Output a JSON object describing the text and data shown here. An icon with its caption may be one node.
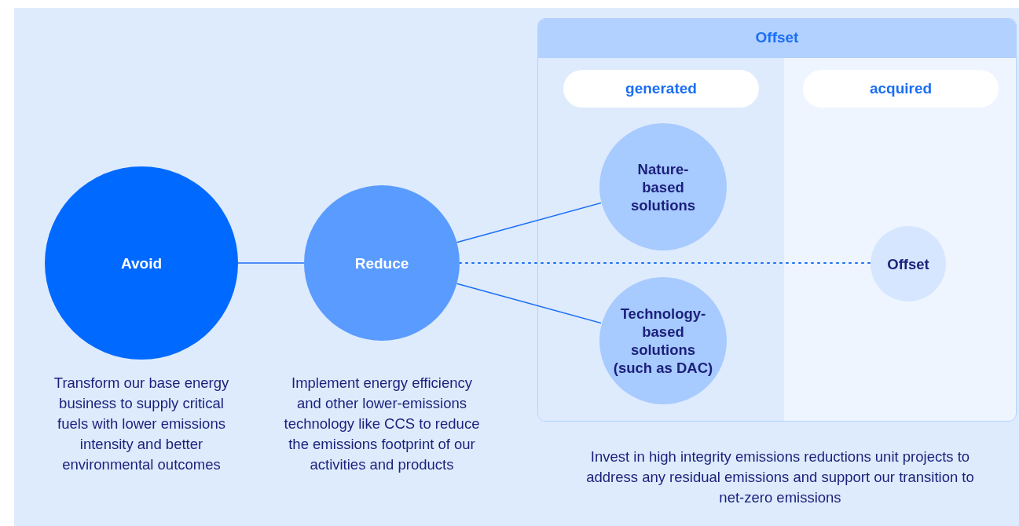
{
  "diagram": {
    "nodes": [
      {
        "text": [
          "Offset"
        ],
        "beside": [
          "Invest in high integrity emissions reductions unit projects to address any residual emissions and support our transition to net-zero emissions"
        ]
      },
      {
        "text": [
          "generated"
        ],
        "in": 0
      },
      {
        "text": [
          "acquired"
        ],
        "in": 0
      },
      {
        "text": [
          "Avoid"
        ],
        "beside": [
          "Transform our base energy business to supply critical fuels with lower emissions intensity and better environmental outcomes"
        ]
      },
      {
        "text": [
          "Reduce"
        ],
        "beside": [
          "Implement energy efficiency and other lower-emissions technology like CCS to reduce the emissions footprint of our activities and products"
        ]
      },
      {
        "text": [
          "Nature-based solutions"
        ],
        "in": 0
      },
      {
        "text": [
          "Technology-based solutions (such as DAC)"
        ],
        "in": 0
      },
      {
        "text": [
          "Offset"
        ],
        "in": 0
      }
    ],
    "edges": [
      {
        "from": 3,
        "to": 4,
        "arrow": "none"
      },
      {
        "from": 4,
        "to": 5,
        "arrow": "none"
      },
      {
        "from": 4,
        "to": 6,
        "arrow": "none"
      },
      {
        "from": 4,
        "to": 7,
        "arrow": "none",
        "style": "dashed"
      }
    ]
  }
}
